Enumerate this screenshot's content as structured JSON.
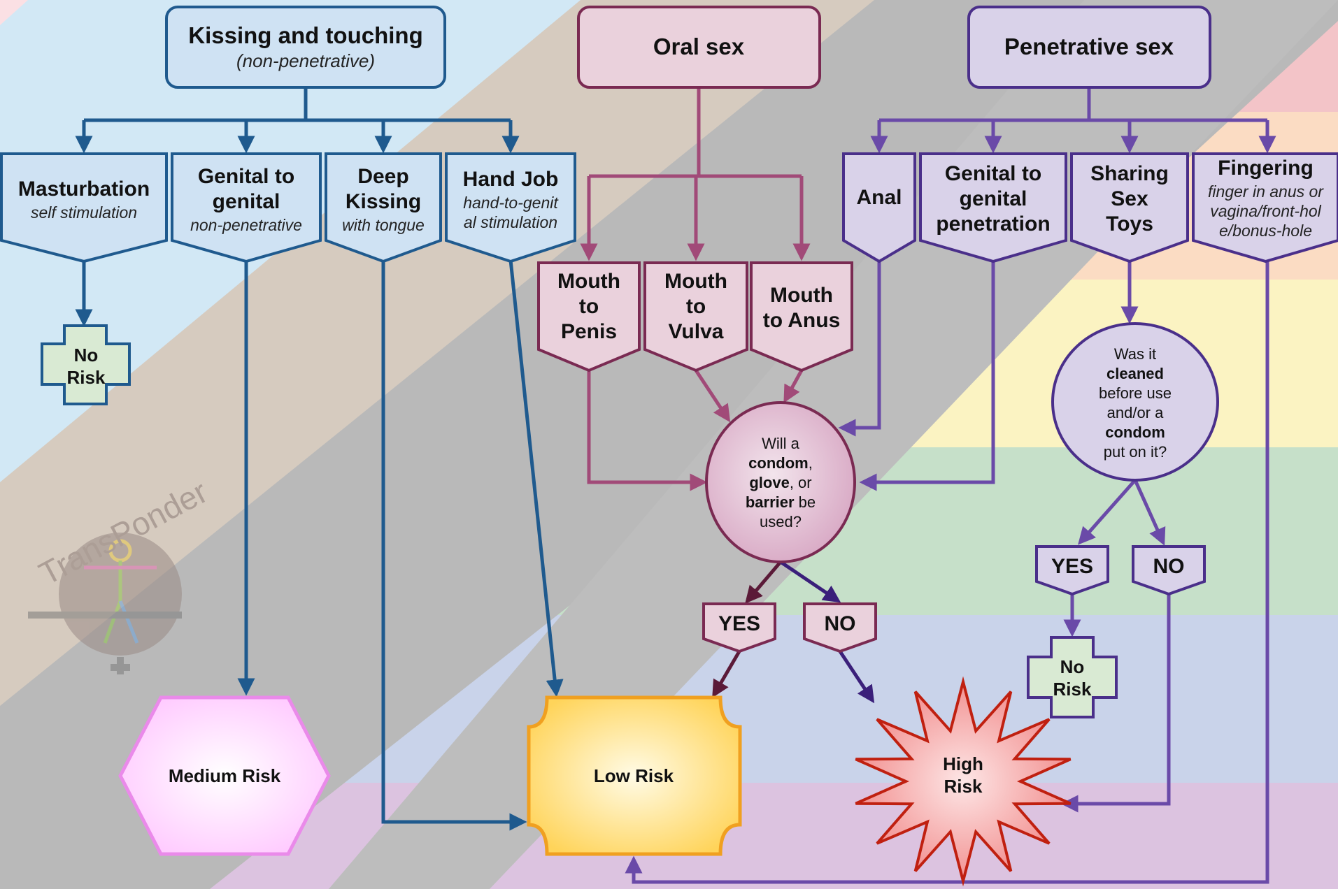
{
  "headers": {
    "kissing": {
      "title": "Kissing and touching",
      "subtitle": "(non-penetrative)"
    },
    "oral": {
      "title": "Oral sex"
    },
    "penetrative": {
      "title": "Penetrative sex"
    }
  },
  "kissing_items": [
    {
      "title_lines": [
        "Masturbation"
      ],
      "sub_lines": [
        "self stimulation"
      ]
    },
    {
      "title_lines": [
        "Genital to",
        "genital"
      ],
      "sub_lines": [
        "non-penetrative"
      ]
    },
    {
      "title_lines": [
        "Deep",
        "Kissing"
      ],
      "sub_lines": [
        "with tongue"
      ]
    },
    {
      "title_lines": [
        "Hand Job"
      ],
      "sub_lines": [
        "hand-to-genit",
        "al stimulation"
      ]
    }
  ],
  "oral_items": [
    {
      "title_lines": [
        "Mouth",
        "to",
        "Penis"
      ]
    },
    {
      "title_lines": [
        "Mouth",
        "to",
        "Vulva"
      ]
    },
    {
      "title_lines": [
        "Mouth",
        "to Anus"
      ]
    }
  ],
  "penetrative_items": [
    {
      "title_lines": [
        "Anal"
      ],
      "sub_lines": []
    },
    {
      "title_lines": [
        "Genital to",
        "genital",
        "penetration"
      ],
      "sub_lines": []
    },
    {
      "title_lines": [
        "Sharing",
        "Sex",
        "Toys"
      ],
      "sub_lines": []
    },
    {
      "title_lines": [
        "Fingering"
      ],
      "sub_lines": [
        "finger in anus or",
        "vagina/front-hol",
        "e/bonus-hole"
      ]
    }
  ],
  "no_risk_label_lines": [
    "No",
    "Risk"
  ],
  "question_barrier": {
    "lines": [
      [
        {
          "t": "Will a",
          "b": false
        }
      ],
      [
        {
          "t": "condom",
          "b": true
        },
        {
          "t": ",",
          "b": false
        }
      ],
      [
        {
          "t": "glove",
          "b": true
        },
        {
          "t": ", or",
          "b": false
        }
      ],
      [
        {
          "t": "barrier",
          "b": true
        },
        {
          "t": " be",
          "b": false
        }
      ],
      [
        {
          "t": "used?",
          "b": false
        }
      ]
    ]
  },
  "question_toys": {
    "lines": [
      [
        {
          "t": "Was it",
          "b": false
        }
      ],
      [
        {
          "t": "cleaned",
          "b": true
        }
      ],
      [
        {
          "t": "before use",
          "b": false
        }
      ],
      [
        {
          "t": "and/or a",
          "b": false
        }
      ],
      [
        {
          "t": "condom",
          "b": true
        }
      ],
      [
        {
          "t": "put on it?",
          "b": false
        }
      ]
    ]
  },
  "answers": {
    "yes": "YES",
    "no": "NO"
  },
  "risks": {
    "medium": "Medium Risk",
    "low": "Low Risk",
    "high_lines": [
      "High",
      "Risk"
    ]
  },
  "watermark": "TransPonder",
  "colors": {
    "blue_line": "#1f5a8e",
    "blue_fill": "#cfe2f3",
    "oral_line": "#a14a78",
    "oral_fill": "#ead1dc",
    "oral_dark": "#5b1a38",
    "purple_line": "#6a4aa8",
    "purple_fill": "#d9d2e9",
    "purple_dark": "#3a1f7a",
    "medium_fill": "#ffe0ff",
    "medium_stroke": "#ea8aea",
    "low_fill": "#ffe07a",
    "low_stroke": "#f0a020",
    "high_fill": "#f4a0a0",
    "high_stroke": "#c02010",
    "norisk_fill": "#d9ead3"
  }
}
